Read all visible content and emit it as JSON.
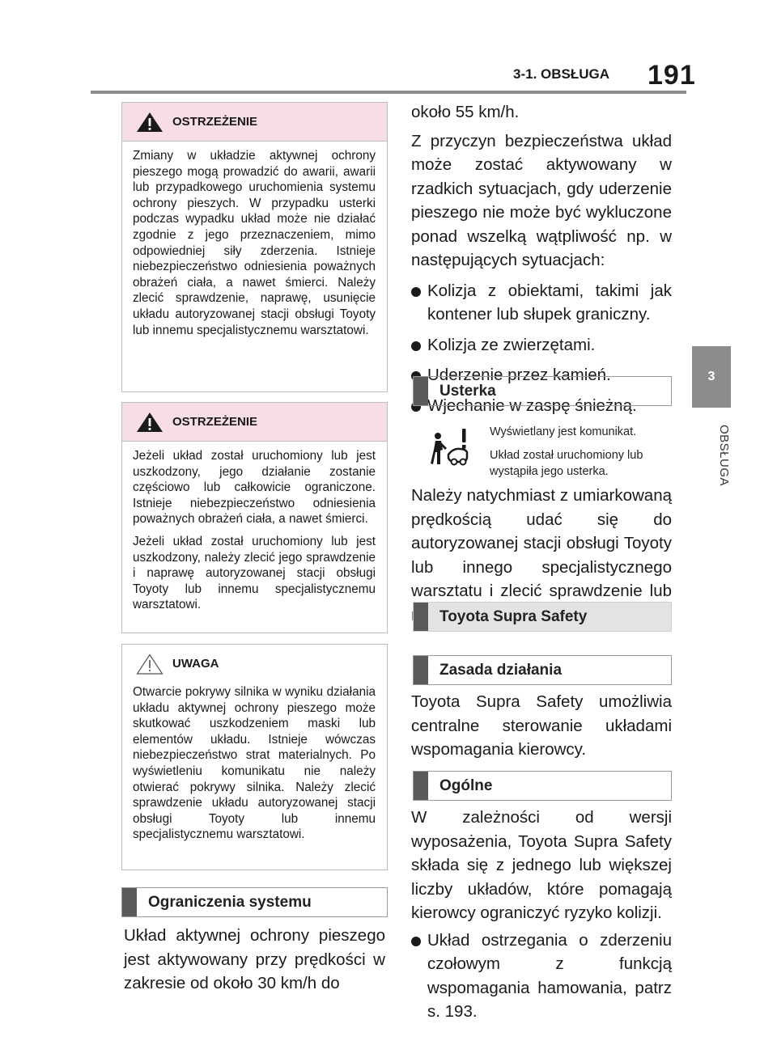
{
  "header": {
    "section": "3-1. OBSŁUGA",
    "page": "191"
  },
  "tab": {
    "number": "3",
    "label": "OBSŁUGA"
  },
  "warning1": {
    "title": "OSTRZEŻENIE",
    "text": "Zmiany w układzie aktywnej ochrony pieszego mogą prowadzić do awarii, awarii lub przypadkowego uruchomienia systemu ochrony pieszych. W przypadku usterki podczas wypadku układ może nie działać zgodnie z jego przeznaczeniem, mimo odpowiedniej siły zderzenia. Istnieje niebezpieczeństwo odniesienia poważnych obrażeń ciała, a nawet śmierci. Należy zlecić sprawdzenie, naprawę, usunięcie układu autoryzowanej stacji obsługi Toyoty lub innemu specjalistycznemu warsztatowi."
  },
  "warning2": {
    "title": "OSTRZEŻENIE",
    "p1": "Jeżeli układ został uruchomiony lub jest uszkodzony, jego działanie zostanie częściowo lub całkowicie ograniczone. Istnieje niebezpieczeństwo odniesienia poważnych obrażeń ciała, a nawet śmierci.",
    "p2": "Jeżeli układ został uruchomiony lub jest uszkodzony, należy zlecić jego sprawdzenie i naprawę autoryzowanej stacji obsługi Toyoty lub innemu specjalistycznemu warsztatowi."
  },
  "caution": {
    "title": "UWAGA",
    "text": "Otwarcie pokrywy silnika w wyniku działania układu aktywnej ochrony pieszego może skutkować uszkodzeniem maski lub elementów układu. Istnieje wówczas niebezpieczeństwo strat materialnych. Po wyświetleniu komunikatu nie należy otwierać pokrywy silnika. Należy zlecić sprawdzenie układu autoryzowanej stacji obsługi Toyoty lub innemu specjalistycznemu warsztatowi."
  },
  "section_limits": {
    "title": "Ograniczenia systemu",
    "text": "Układ aktywnej ochrony pieszego jest aktywowany przy prędkości w zakresie od około 30 km/h do"
  },
  "right": {
    "cont": "około 55 km/h.",
    "p1": "Z przyczyn bezpieczeństwa układ może zostać aktywowany w rzadkich sytuacjach, gdy uderzenie pieszego nie może być wykluczone ponad wszelką wątpliwość np. w następujących sytuacjach:",
    "bullets": [
      "Kolizja z obiektami, takimi jak kontener lub słupek graniczny.",
      "Kolizja ze zwierzętami.",
      "Uderzenie przez kamień.",
      "Wjechanie w zaspę śnieżną."
    ]
  },
  "section_fault": {
    "title": "Usterka",
    "indicator_icon": "pedestrian-warning-icon",
    "line1": "Wyświetlany jest komunikat.",
    "line2": "Układ został uruchomiony lub wystąpiła jego usterka.",
    "text": "Należy natychmiast z umiarkowaną prędkością udać się do autoryzowanej stacji obsługi Toyoty lub innego specjalistycznego warsztatu i zlecić sprawdzenie lub naprawę układu."
  },
  "section_tss": {
    "title": "Toyota Supra Safety"
  },
  "section_principle": {
    "title": "Zasada działania",
    "text": "Toyota Supra Safety umożliwia centralne sterowanie układami wspomagania kierowcy."
  },
  "section_general": {
    "title": "Ogólne",
    "text": "W zależności od wersji wyposażenia, Toyota Supra Safety składa się z jednego lub większej liczby układów, które pomagają kierowcy ograniczyć ryzyko kolizji.",
    "bullets": [
      "Układ ostrzegania o zderzeniu czołowym z funkcją wspomagania hamowania, patrz s. 193."
    ]
  },
  "colors": {
    "warning_header": "#f7dde4",
    "header_line": "#8c8c8c",
    "section_bar": "#5a5a5a",
    "section_grey": "#e3e3e3"
  }
}
